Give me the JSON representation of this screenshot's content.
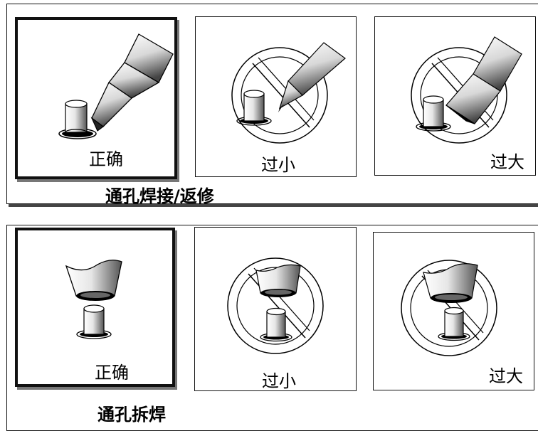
{
  "sections": [
    {
      "title": "通孔焊接/返修",
      "panels": [
        {
          "label": "正确",
          "kind": "correct",
          "icon": "soldering-iron-chisel-tip-icon"
        },
        {
          "label": "过小",
          "kind": "wrong",
          "icon": "soldering-iron-conical-tip-prohibited-icon"
        },
        {
          "label": "过大",
          "kind": "wrong",
          "icon": "soldering-iron-large-tip-prohibited-icon"
        }
      ]
    },
    {
      "title": "通孔拆焊",
      "panels": [
        {
          "label": "正确",
          "kind": "correct",
          "icon": "desoldering-nozzle-icon"
        },
        {
          "label": "过小",
          "kind": "wrong",
          "icon": "desoldering-nozzle-small-prohibited-icon"
        },
        {
          "label": "过大",
          "kind": "wrong",
          "icon": "desoldering-nozzle-large-prohibited-icon"
        }
      ]
    }
  ]
}
